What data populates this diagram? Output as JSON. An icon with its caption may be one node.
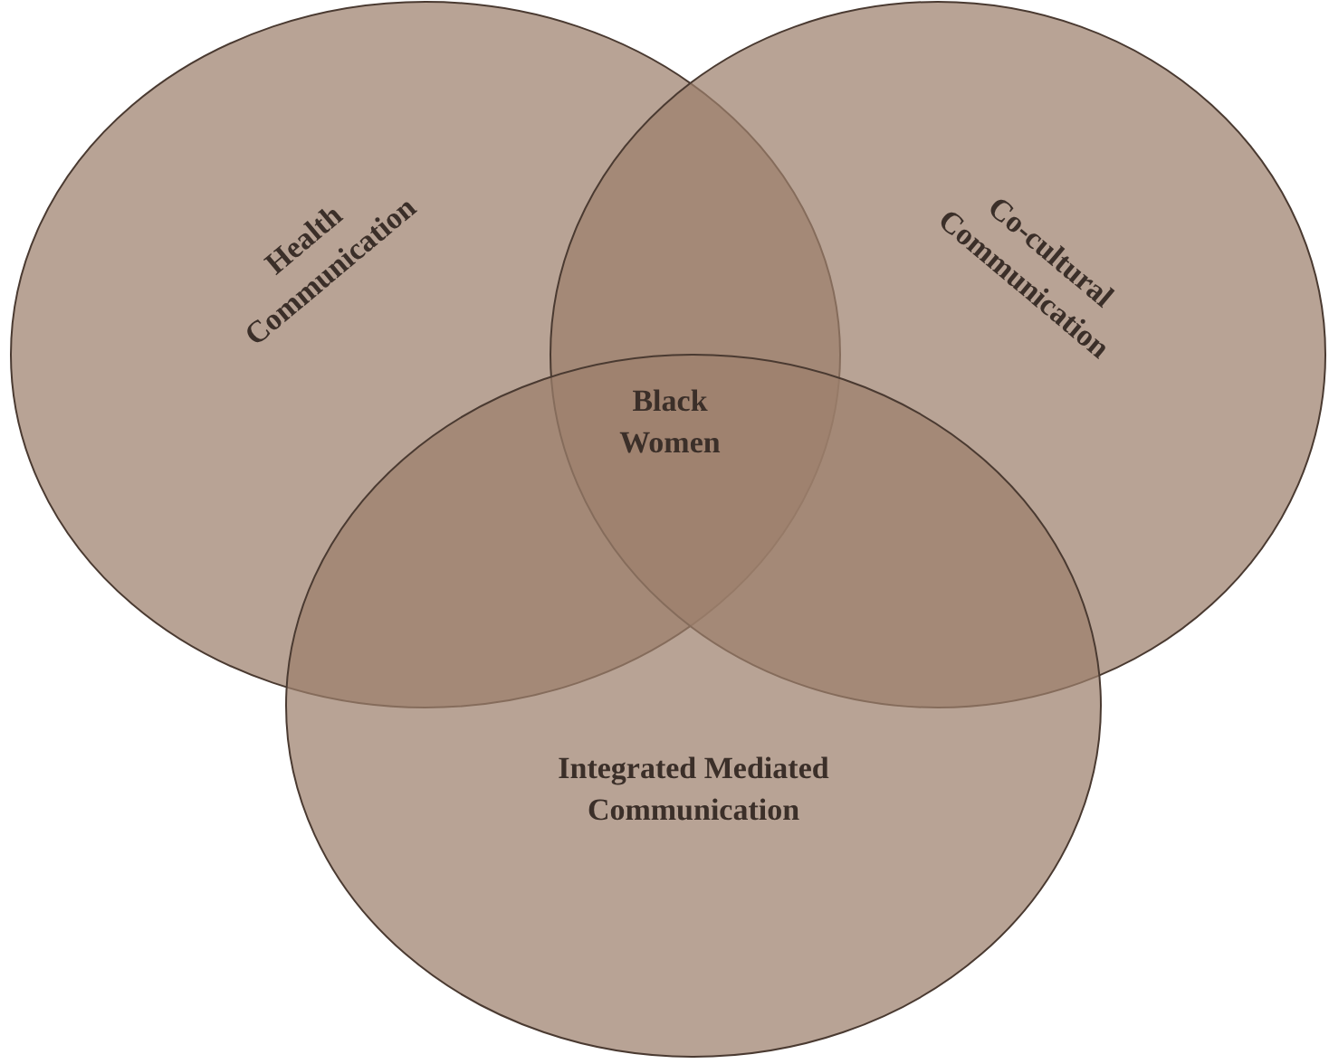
{
  "diagram": {
    "nodes": [
      {
        "text": [
          "Health Communication"
        ]
      },
      {
        "text": [
          "Co-cultural Communication"
        ]
      },
      {
        "text": [
          "Integrated Mediated Communication"
        ]
      },
      {
        "text": [
          "Black Women"
        ]
      }
    ],
    "edges": []
  }
}
